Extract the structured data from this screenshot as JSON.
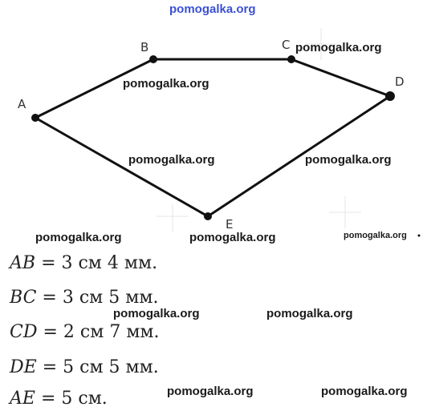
{
  "watermark_top": "pomogalka.org",
  "figure": {
    "vertices": [
      "A",
      "B",
      "C",
      "D",
      "E"
    ]
  },
  "watermarks": [
    "pomogalka.org",
    "pomogalka.org",
    "pomogalka.org",
    "pomogalka.org",
    "pomogalka.org",
    "pomogalka.org",
    "pomogalka.org",
    "pomogalka.org",
    "pomogalka.org",
    "pomogalka.org",
    "pomogalka.org",
    "pomogalka.org"
  ],
  "measurements": [
    {
      "segment": "AB",
      "value": "= 3 см 4 мм."
    },
    {
      "segment": "BC",
      "value": "= 3 см 5 мм."
    },
    {
      "segment": "CD",
      "value": "= 2 см 7 мм."
    },
    {
      "segment": "DE",
      "value": "= 5 см 5 мм."
    },
    {
      "segment": "AE",
      "value": "= 5 см."
    }
  ]
}
